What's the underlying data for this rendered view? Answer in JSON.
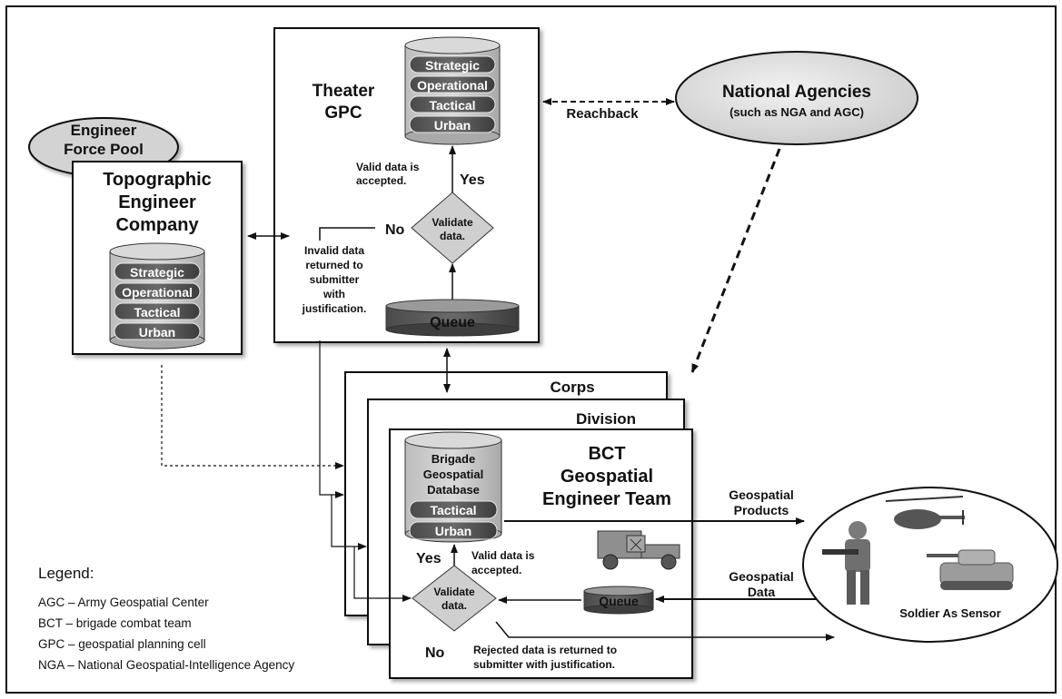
{
  "theater": {
    "title_line1": "Theater",
    "title_line2": "GPC",
    "db_layers": [
      "Strategic",
      "Operational",
      "Tactical",
      "Urban"
    ],
    "yes": "Yes",
    "no": "No",
    "valid_line1": "Valid data is",
    "valid_line2": "accepted.",
    "validate_line1": "Validate",
    "validate_line2": "data.",
    "queue": "Queue",
    "invalid_lines": [
      "Invalid data",
      "returned to",
      "submitter",
      "with",
      "justification."
    ]
  },
  "reachback": "Reachback",
  "national": {
    "line1": "National Agencies",
    "line2": "(such as NGA and AGC)"
  },
  "engineer_pool": {
    "line1": "Engineer",
    "line2": "Force Pool"
  },
  "topo": {
    "lines": [
      "Topographic",
      "Engineer",
      "Company"
    ],
    "db_layers": [
      "Strategic",
      "Operational",
      "Tactical",
      "Urban"
    ]
  },
  "stack": {
    "corps": "Corps",
    "division": "Division"
  },
  "bct": {
    "title_lines": [
      "BCT",
      "Geospatial",
      "Engineer Team"
    ],
    "db_lines": [
      "Brigade",
      "Geospatial",
      "Database"
    ],
    "db_layers": [
      "Tactical",
      "Urban"
    ],
    "yes": "Yes",
    "no": "No",
    "valid_line1": "Valid data is",
    "valid_line2": "accepted.",
    "validate_line1": "Validate",
    "validate_line2": "data.",
    "queue": "Queue",
    "rejected_line1": "Rejected data is returned to",
    "rejected_line2": "submitter with justification."
  },
  "flows": {
    "products_line1": "Geospatial",
    "products_line2": "Products",
    "data_line1": "Geospatial",
    "data_line2": "Data"
  },
  "soldier": "Soldier As Sensor",
  "legend": {
    "title": "Legend:",
    "items": [
      "AGC – Army Geospatial Center",
      "BCT – brigade combat team",
      "GPC – geospatial planning cell",
      "NGA – National Geospatial-Intelligence Agency"
    ]
  }
}
